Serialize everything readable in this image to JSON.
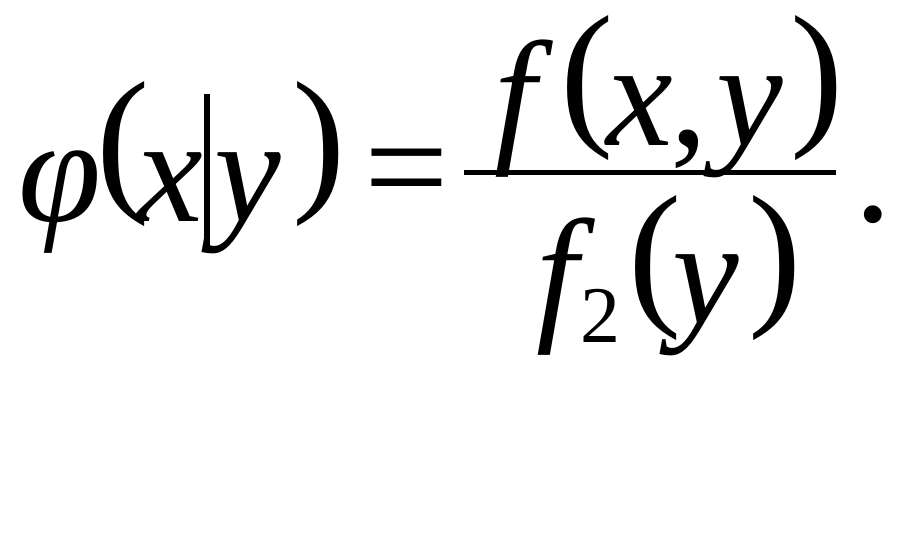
{
  "formula": {
    "lhs": {
      "func": "φ",
      "open_paren": "(",
      "var_x": "x",
      "var_y": "y",
      "close_paren": ")"
    },
    "equals": "=",
    "numerator": {
      "func": "f",
      "open_paren": "(",
      "var_x": "x",
      "comma": ",",
      "var_y": "y",
      "close_paren": ")"
    },
    "denominator": {
      "func": "f",
      "subscript": "2",
      "open_paren": "(",
      "var_y": "y",
      "close_paren": ")"
    },
    "period": "."
  },
  "colors": {
    "ink": "#000000",
    "background": "#ffffff"
  }
}
